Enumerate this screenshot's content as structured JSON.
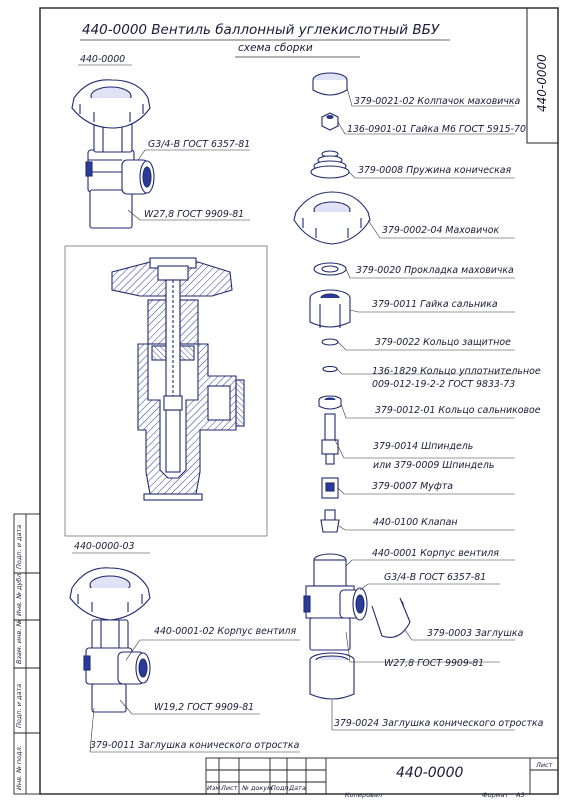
{
  "title": "440-0000 Вентиль баллонный углекислотный ВБУ",
  "subtitle": "схема сборки",
  "corner_code": "440-0000",
  "assembly_main": {
    "code": "440-0000",
    "thread_label": "G3/4-B ГОСТ 6357-81",
    "bottom_thread_label": "W27,8 ГОСТ 9909-81"
  },
  "assembly_alt": {
    "code": "440-0000-03",
    "body_label": "440-0001-02 Корпус вентиля",
    "bottom_thread_label": "W19,2 ГОСТ 9909-81",
    "plug_label": "379-0011 Заглушка конического отростка"
  },
  "parts": [
    {
      "label": "379-0021-02 Колпачок маховичка"
    },
    {
      "label": "136-0901-01 Гайка М6 ГОСТ 5915-70"
    },
    {
      "label": "379-0008 Пружина коническая"
    },
    {
      "label": "379-0002-04 Маховичок"
    },
    {
      "label": "379-0020 Прокладка маховичка"
    },
    {
      "label": "379-0011 Гайка сальника"
    },
    {
      "label": "379-0022 Кольцо защитное"
    },
    {
      "label": "136-1829 Кольцо уплотнительное"
    },
    {
      "label": "009-012-19-2-2 ГОСТ 9833-73"
    },
    {
      "label": "379-0012-01 Кольцо сальниковое"
    },
    {
      "label": "379-0014 Шпиндель"
    },
    {
      "label": "или 379-0009 Шпиндель"
    },
    {
      "label": "379-0007 Муфта"
    },
    {
      "label": "440-0100 Клапан"
    },
    {
      "label": "440-0001 Корпус вентиля"
    },
    {
      "label": "G3/4-B ГОСТ 6357-81"
    },
    {
      "label": "379-0003 Заглушка"
    },
    {
      "label": "W27,8 ГОСТ 9909-81"
    },
    {
      "label": "379-0024 Заглушка конического отростка"
    }
  ],
  "side_stamp": {
    "c1": "Инв. № подл.",
    "c2": "Подп. и дата",
    "c3": "Взам. инв. №",
    "c4": "Инв. № дубл.",
    "c5": "Подп. и дата"
  },
  "title_block": {
    "izm": "Изм.",
    "list": "Лист",
    "ndoc": "№ докум.",
    "podp": "Подп.",
    "data": "Дата",
    "doc_code": "440-0000",
    "sheet_label": "Лист",
    "copied": "Копировал",
    "format_label": "Формат",
    "format_value": "А3"
  }
}
